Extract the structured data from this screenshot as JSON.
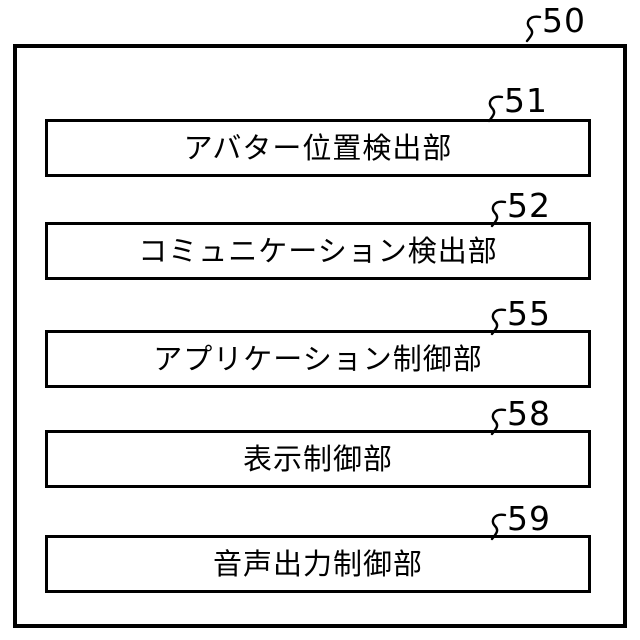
{
  "figure": {
    "outer": {
      "ref": "50"
    },
    "blocks": [
      {
        "ref": "51",
        "label": "アバター位置検出部"
      },
      {
        "ref": "52",
        "label": "コミュニケーション検出部"
      },
      {
        "ref": "55",
        "label": "アプリケーション制御部"
      },
      {
        "ref": "58",
        "label": "表示制御部"
      },
      {
        "ref": "59",
        "label": "音声出力制御部"
      }
    ]
  },
  "colors": {
    "line": "#000000",
    "background": "#ffffff"
  }
}
